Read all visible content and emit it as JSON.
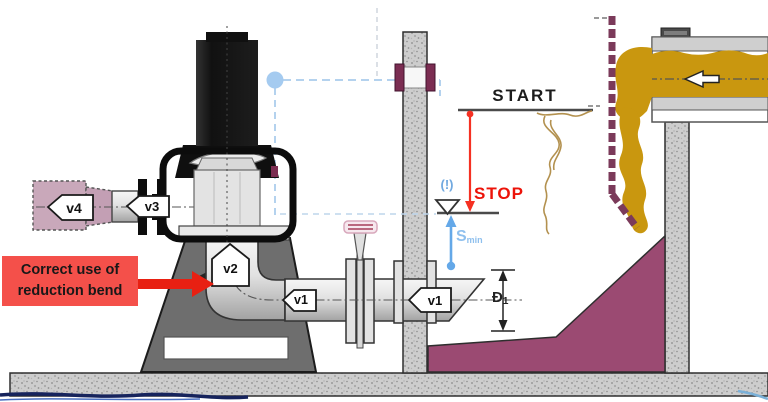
{
  "diagram_title": "pump-station-section-diagram",
  "labels": {
    "start": "START",
    "stop": "STOP",
    "alert": "(!)",
    "smin_main": "S",
    "smin_sub": "min",
    "dim_main": "Ð",
    "dim_sub": "1",
    "v1": "v1",
    "v2": "v2",
    "v3": "v3",
    "v4": "v4"
  },
  "annotation": {
    "line1": "Correct use of",
    "line2": "reduction bend"
  },
  "colors": {
    "annotation_bg": "#f4504a",
    "stop_red": "#ec1309",
    "level_red_line": "#f53022",
    "level_blue": "#8fc0ee",
    "cable_blue": "#b4d2ee",
    "slurry_gold": "#c9970f",
    "benching_maroon": "#9b4a72",
    "screen_maroon": "#7b3a5a",
    "motor_black": "#161616",
    "pedestal_gray": "#6e6e6e",
    "concrete_gray": "#cdcdcd"
  }
}
